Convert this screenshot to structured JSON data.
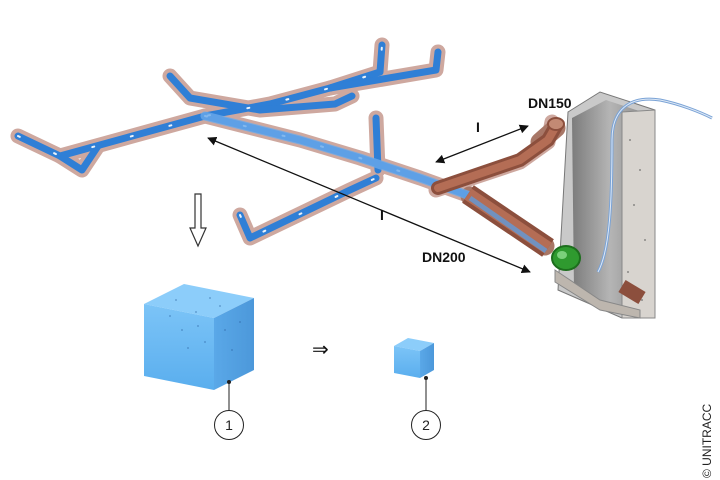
{
  "labels": {
    "dn150": "DN150",
    "dn200": "DN200",
    "section_upper": "I",
    "section_lower": "I"
  },
  "callouts": {
    "before": "1",
    "after": "2"
  },
  "transform_symbol": "⇒",
  "copyright": "© UNITRACC",
  "colors": {
    "inner_liner": "#2f7fd6",
    "host_pipe": "#b07a6e",
    "cube": "#6fb8f3",
    "shaft_concrete": "#9a9a9a",
    "packer": "#2f9a2f"
  },
  "icons": {
    "down_arrow": "hollow-down-arrow-icon",
    "transform": "double-right-arrow-icon"
  }
}
